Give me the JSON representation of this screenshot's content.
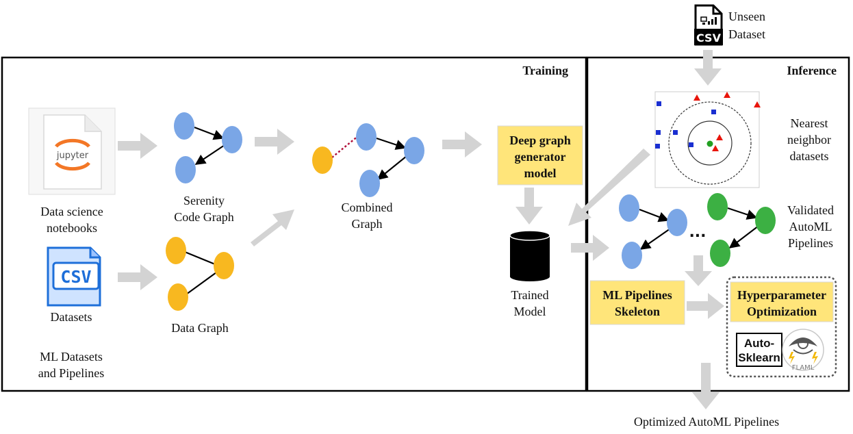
{
  "panels": {
    "training": "Training",
    "inference": "Inference"
  },
  "inputs": {
    "notebooks_line1": "Data science",
    "notebooks_line2": "notebooks",
    "jupyter_logo": "jupyter",
    "csv_icon": "CSV",
    "datasets": "Datasets",
    "section_line1": "ML Datasets",
    "section_line2": "and Pipelines"
  },
  "graphs": {
    "serenity_line1": "Serenity",
    "serenity_line2": "Code Graph",
    "data_graph": "Data Graph",
    "combined_line1": "Combined",
    "combined_line2": "Graph"
  },
  "model": {
    "generator_line1": "Deep graph",
    "generator_line2": "generator",
    "generator_line3": "model",
    "trained_line1": "Trained",
    "trained_line2": "Model"
  },
  "unseen": {
    "icon": "CSV",
    "line1": "Unseen",
    "line2": "Dataset"
  },
  "inference": {
    "neighbors_line1": "Nearest",
    "neighbors_line2": "neighbor",
    "neighbors_line3": "datasets",
    "validated_line1": "Validated",
    "validated_line2": "AutoML",
    "validated_line3": "Pipelines",
    "ellipsis": "...",
    "skeleton_line1": "ML Pipelines",
    "skeleton_line2": "Skeleton",
    "hpo_line1": "Hyperparameter",
    "hpo_line2": "Optimization",
    "autosklearn_line1": "Auto-",
    "autosklearn_line2": "Sklearn",
    "flaml": "FLAML",
    "output": "Optimized AutoML Pipelines"
  },
  "colors": {
    "blue_node": "#7aa6e6",
    "orange_node": "#f8b820",
    "green_node": "#3cb043",
    "highlight_box": "#ffe57a",
    "arrow": "#d3d3d3",
    "link_dotted": "#b0103a",
    "scatter_square": "#1a2fd1",
    "scatter_triangle": "#e8150b"
  }
}
